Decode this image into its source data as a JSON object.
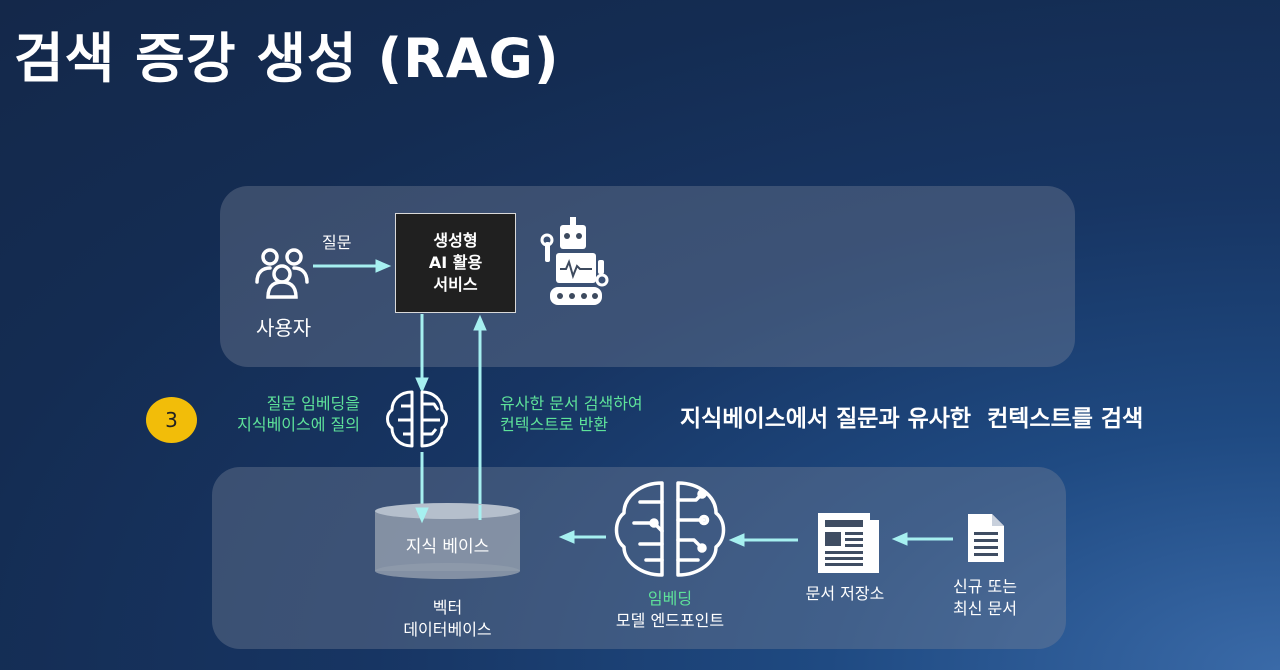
{
  "title": "검색 증강 생성 (RAG)",
  "top_panel": {
    "user_label": "사용자",
    "question_label": "질문",
    "service_lines": [
      "생성형",
      "AI 활용",
      "서비스"
    ]
  },
  "step": {
    "number": "3",
    "left_lines": [
      "질문 임베딩을",
      "지식베이스에 질의"
    ],
    "right_lines": [
      "유사한 문서 검색하여",
      "컨텍스트로 반환"
    ],
    "headline": "지식베이스에서 질문과 유사한  컨텍스트를 검색"
  },
  "bottom_panel": {
    "kb_label": "지식 베이스",
    "vector_db_lines": [
      "벡터",
      "데이터베이스"
    ],
    "embedding_lines": [
      "임베딩",
      "모델 엔드포인트"
    ],
    "doc_store_label": "문서 저장소",
    "new_docs_lines": [
      "신규 또는",
      "최신 문서"
    ]
  },
  "colors": {
    "arrow": "#a6f0f0",
    "green_text": "#5ee29a",
    "badge": "#f2bd09"
  }
}
